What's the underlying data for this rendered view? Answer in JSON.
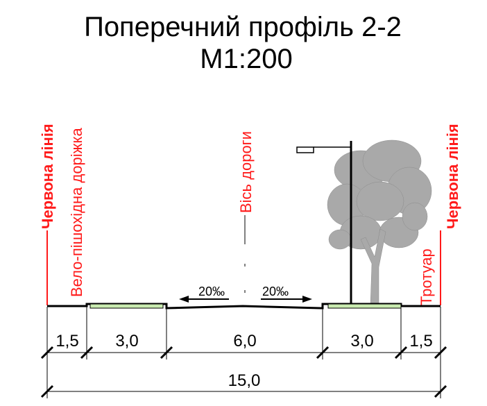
{
  "title": {
    "line1": "Поперечний профіль 2-2",
    "line2": "М1:200"
  },
  "labels": {
    "red_line_left": "Червона лінія",
    "red_line_right": "Червона лінія",
    "bike_path": "Вело-пішохідна доріжка",
    "road_axis": "Вісь дороги",
    "sidewalk": "Тротуар"
  },
  "slopes": {
    "left": "20‰",
    "right": "20‰"
  },
  "dimensions": {
    "segments": [
      "1,5",
      "3,0",
      "6,0",
      "3,0",
      "1,5"
    ],
    "total": "15,0"
  },
  "colors": {
    "red": "#ff1a1a",
    "green_strip": "#c9ebb0",
    "tree": "#a9a9a9",
    "line": "#000000"
  }
}
